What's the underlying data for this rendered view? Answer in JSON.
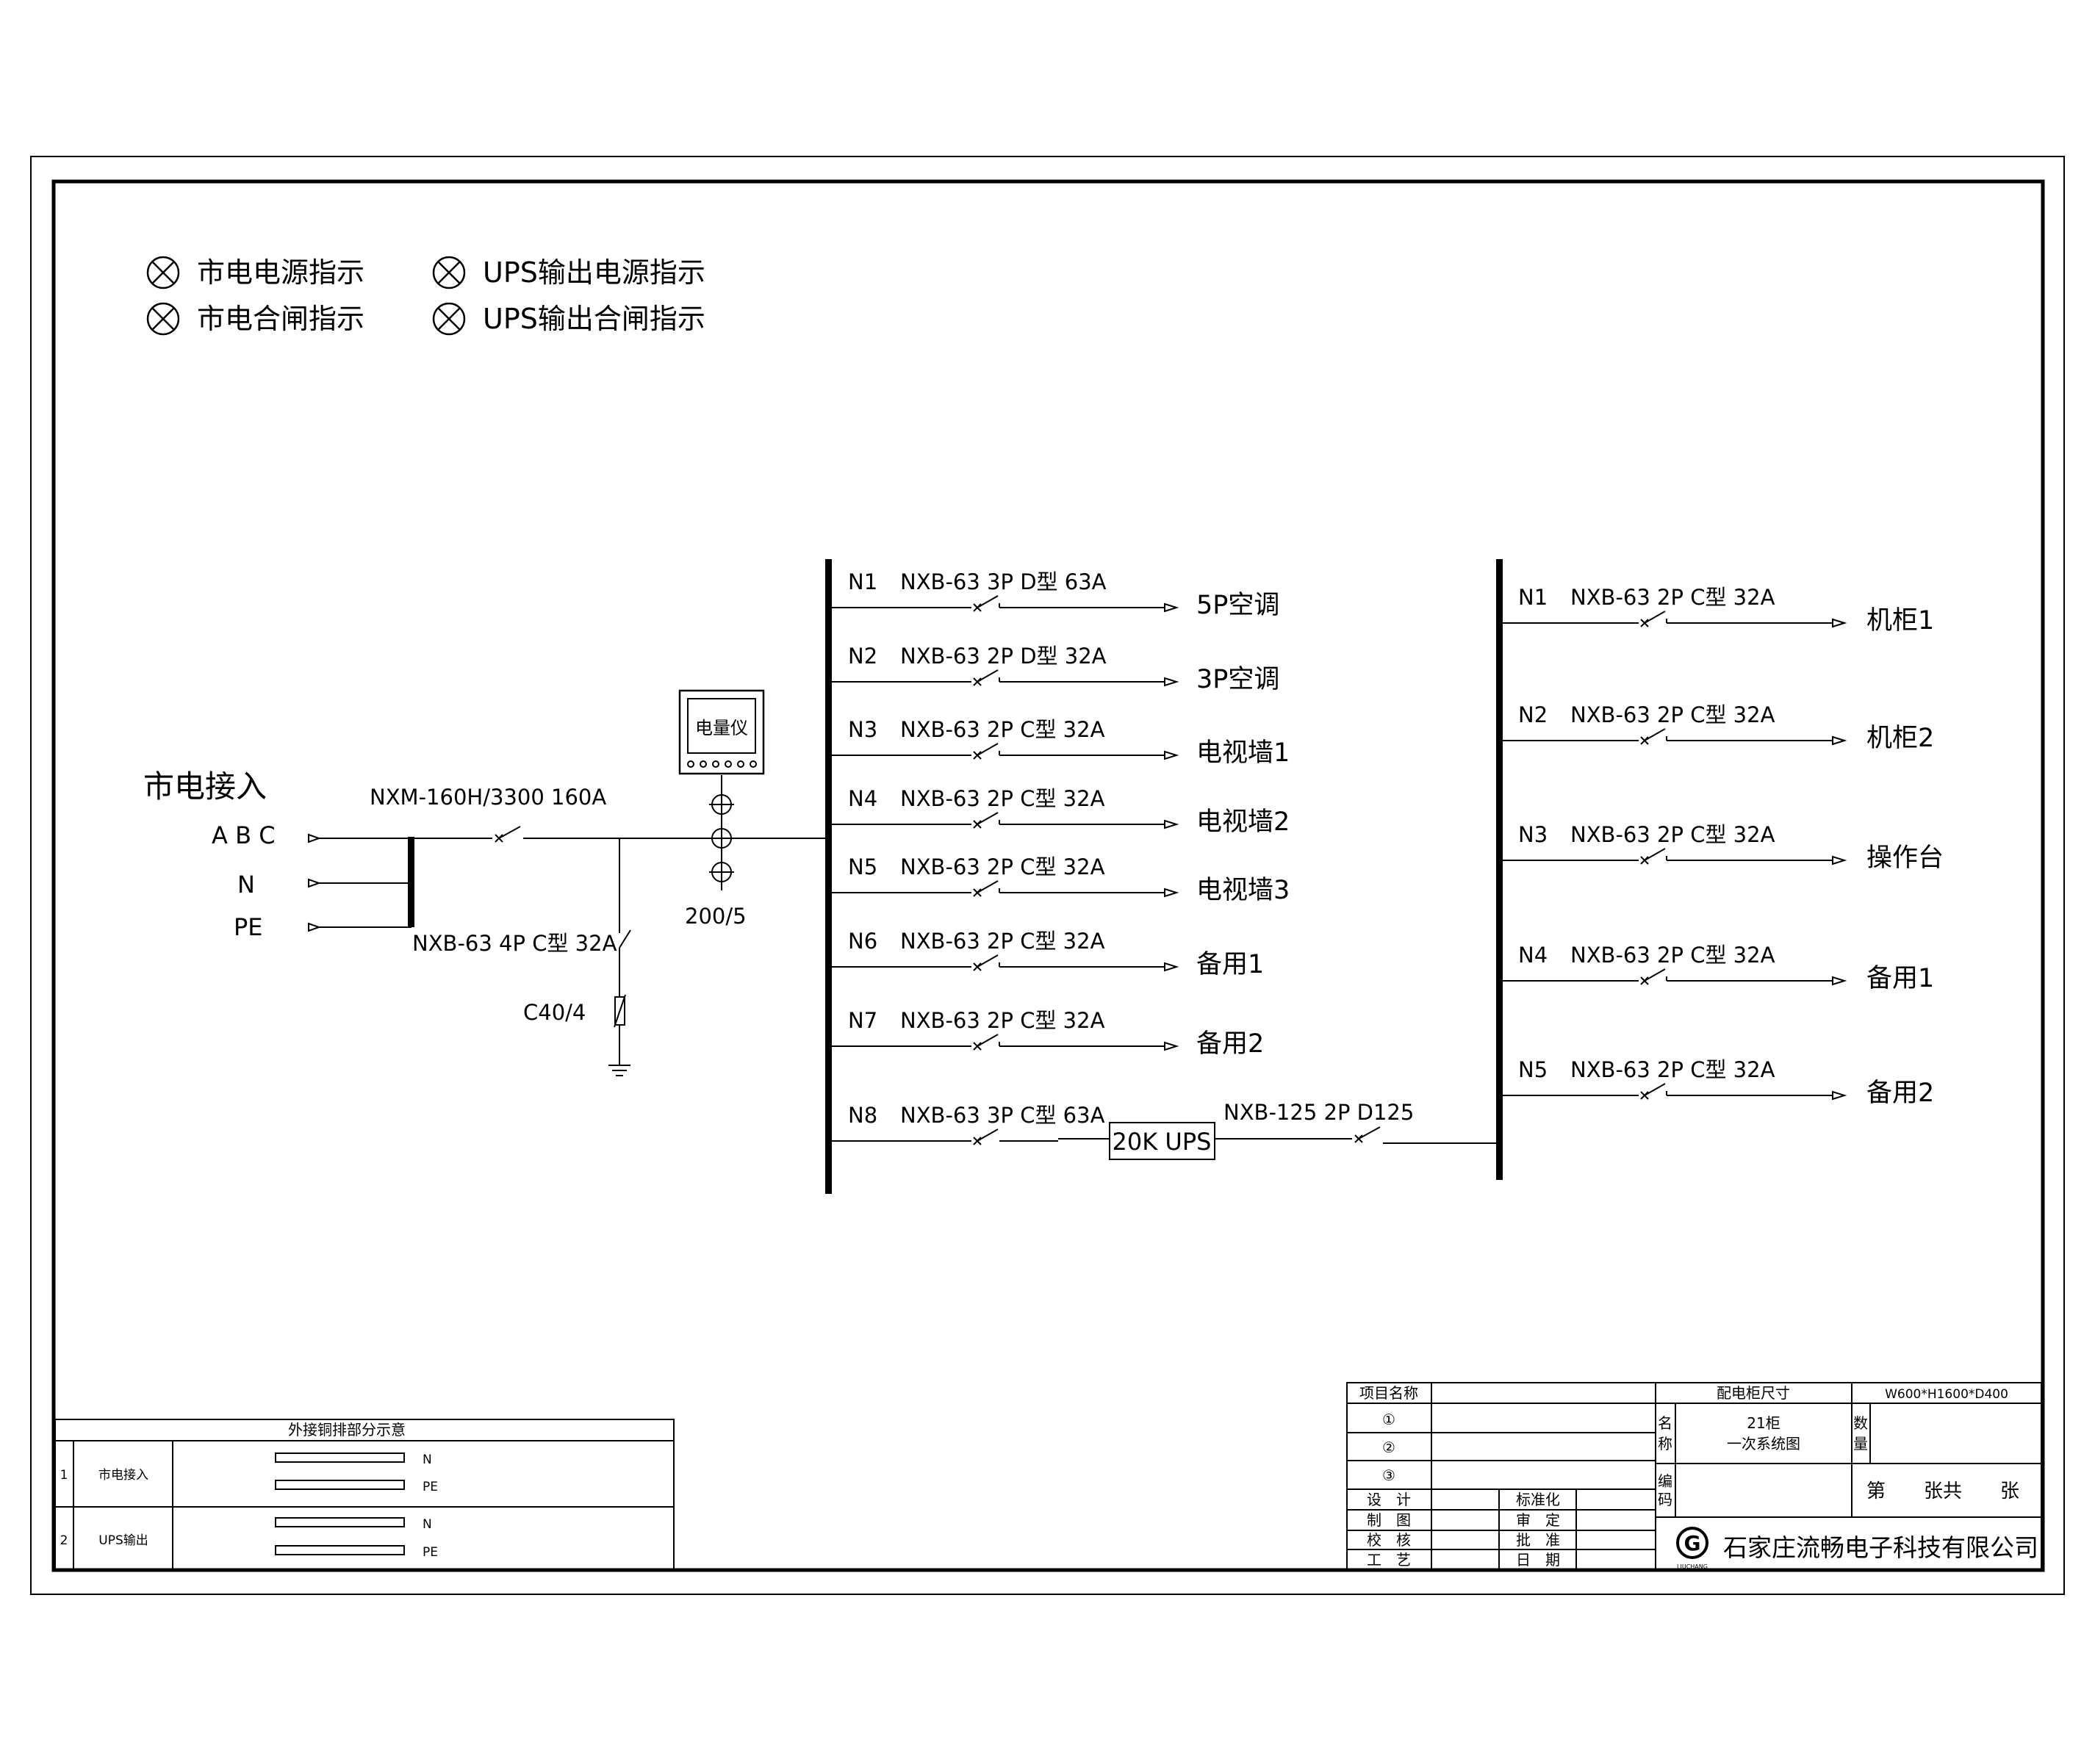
{
  "legend": {
    "mains_power": "市电电源指示",
    "mains_close": "市电合闸指示",
    "ups_power": "UPS输出电源指示",
    "ups_close": "UPS输出合闸指示"
  },
  "incoming": {
    "title": "市电接入",
    "abc": "A B C",
    "n": "N",
    "pe": "PE",
    "main_breaker": "NXM-160H/3300 160A",
    "spd_breaker": "NXB-63 4P C型 32A",
    "spd": "C40/4",
    "ct": "200/5",
    "meter": "电量仪"
  },
  "bus1": [
    {
      "id": "N1",
      "breaker": "NXB-63 3P D型 63A",
      "load": "5P空调"
    },
    {
      "id": "N2",
      "breaker": "NXB-63 2P D型 32A",
      "load": "3P空调"
    },
    {
      "id": "N3",
      "breaker": "NXB-63 2P C型 32A",
      "load": "电视墙1"
    },
    {
      "id": "N4",
      "breaker": "NXB-63 2P C型 32A",
      "load": "电视墙2"
    },
    {
      "id": "N5",
      "breaker": "NXB-63 2P C型 32A",
      "load": "电视墙3"
    },
    {
      "id": "N6",
      "breaker": "NXB-63 2P C型 32A",
      "load": "备用1"
    },
    {
      "id": "N7",
      "breaker": "NXB-63 2P C型 32A",
      "load": "备用2"
    },
    {
      "id": "N8",
      "breaker": "NXB-63 3P C型 63A",
      "load": ""
    }
  ],
  "ups": {
    "label": "20K UPS",
    "out_breaker": "NXB-125 2P D125"
  },
  "bus2": [
    {
      "id": "N1",
      "breaker": "NXB-63 2P C型 32A",
      "load": "机柜1"
    },
    {
      "id": "N2",
      "breaker": "NXB-63 2P C型 32A",
      "load": "机柜2"
    },
    {
      "id": "N3",
      "breaker": "NXB-63 2P C型 32A",
      "load": "操作台"
    },
    {
      "id": "N4",
      "breaker": "NXB-63 2P C型 32A",
      "load": "备用1"
    },
    {
      "id": "N5",
      "breaker": "NXB-63 2P C型 32A",
      "load": "备用2"
    }
  ],
  "busbar_table": {
    "title": "外接铜排部分示意",
    "rows": [
      {
        "no": "1",
        "name": "市电接入",
        "bars": [
          "N",
          "PE"
        ]
      },
      {
        "no": "2",
        "name": "UPS输出",
        "bars": [
          "N",
          "PE"
        ]
      }
    ]
  },
  "title_block": {
    "project_name": "项目名称",
    "circle1": "①",
    "circle2": "②",
    "circle3": "③",
    "design": "设　计",
    "draw": "制　图",
    "check": "校　核",
    "craft": "工　艺",
    "standard": "标准化",
    "review": "审　定",
    "approve": "批　准",
    "date": "日　期",
    "cabinet_size_label": "配电柜尺寸",
    "cabinet_size": "W600*H1600*D400",
    "name_label_1": "名",
    "name_label_2": "称",
    "name_value_1": "21柜",
    "name_value_2": "一次系统图",
    "qty_label_1": "数",
    "qty_label_2": "量",
    "code_label_1": "编",
    "code_label_2": "码",
    "sheet": "第　　张共　　张",
    "logo_letter": "G",
    "logo_caption": "LIUCHANG",
    "company": "石家庄流畅电子科技有限公司"
  }
}
